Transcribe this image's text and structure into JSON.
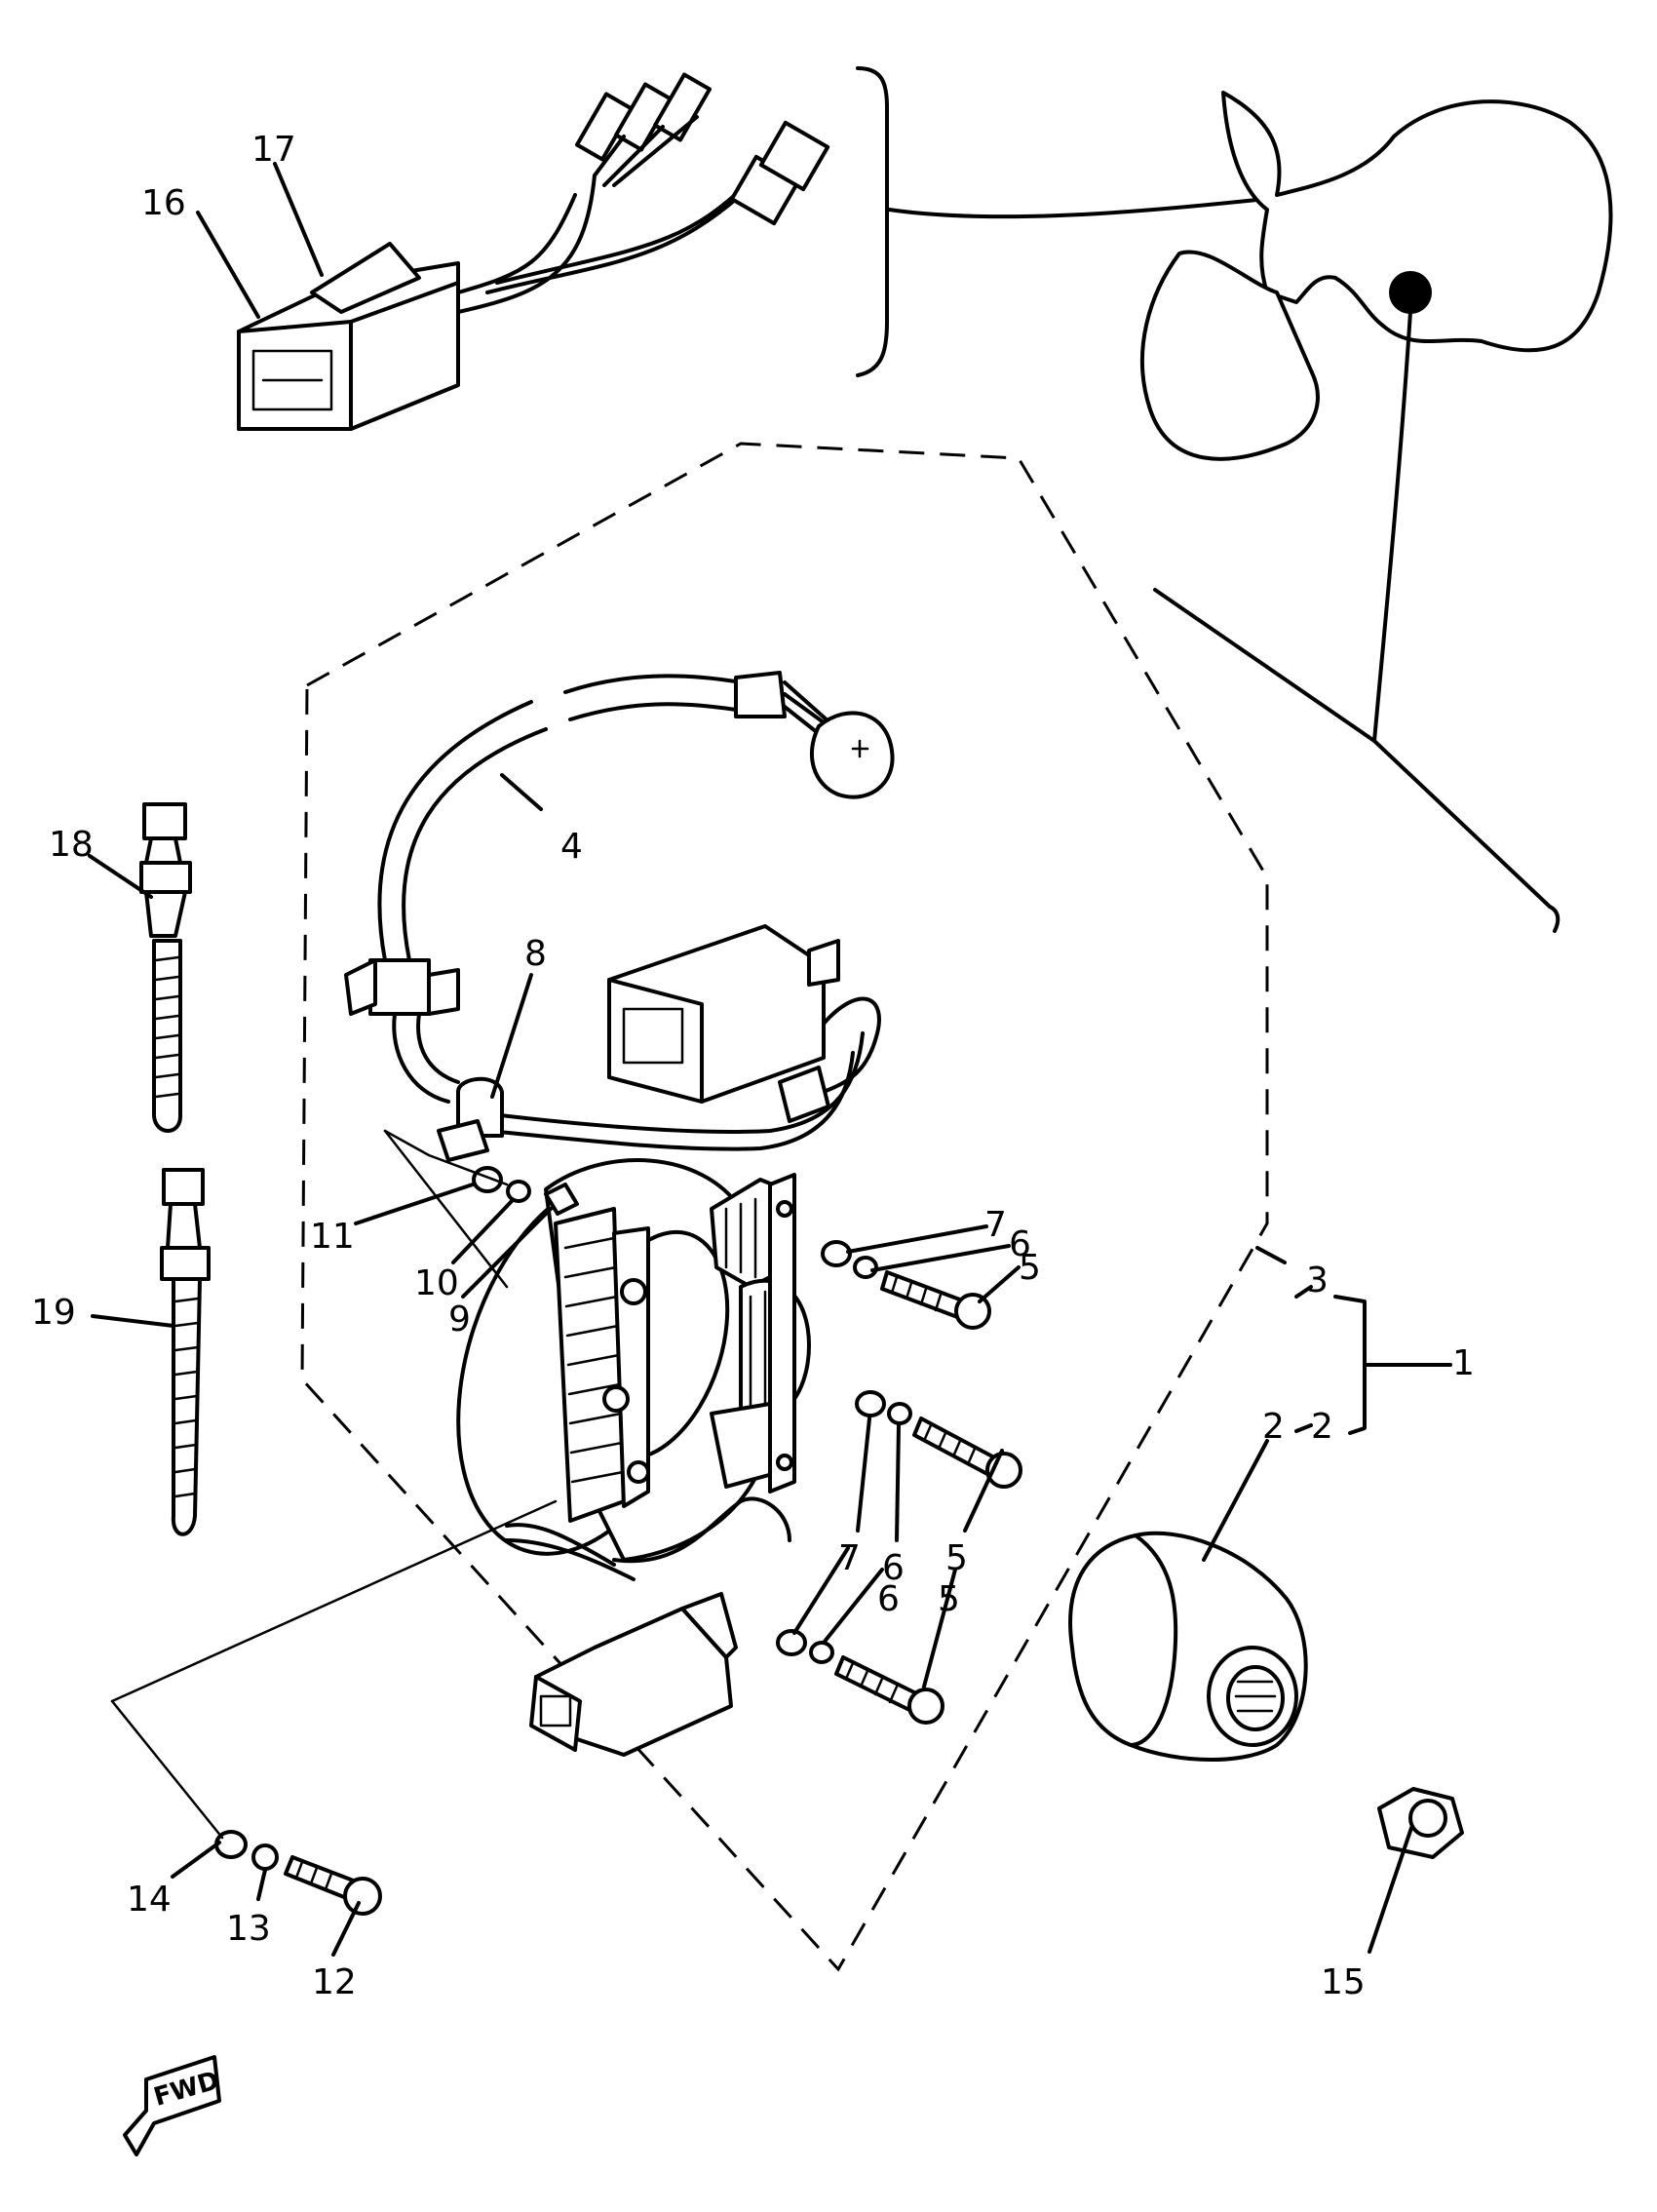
{
  "callouts": [
    {
      "id": "1",
      "label": "1"
    },
    {
      "id": "2a",
      "label": "2"
    },
    {
      "id": "2b",
      "label": "2"
    },
    {
      "id": "3",
      "label": "3"
    },
    {
      "id": "4",
      "label": "4"
    },
    {
      "id": "5a",
      "label": "5"
    },
    {
      "id": "5b",
      "label": "5"
    },
    {
      "id": "5c",
      "label": "5"
    },
    {
      "id": "6a",
      "label": "6"
    },
    {
      "id": "6b",
      "label": "6"
    },
    {
      "id": "6c",
      "label": "6"
    },
    {
      "id": "7a",
      "label": "7"
    },
    {
      "id": "7b",
      "label": "7"
    },
    {
      "id": "8",
      "label": "8"
    },
    {
      "id": "9",
      "label": "9"
    },
    {
      "id": "10",
      "label": "10"
    },
    {
      "id": "11",
      "label": "11"
    },
    {
      "id": "12",
      "label": "12"
    },
    {
      "id": "13",
      "label": "13"
    },
    {
      "id": "14",
      "label": "14"
    },
    {
      "id": "15",
      "label": "15"
    },
    {
      "id": "16",
      "label": "16"
    },
    {
      "id": "17",
      "label": "17"
    },
    {
      "id": "18",
      "label": "18"
    },
    {
      "id": "19",
      "label": "19"
    }
  ],
  "fwd_label": "FWD"
}
